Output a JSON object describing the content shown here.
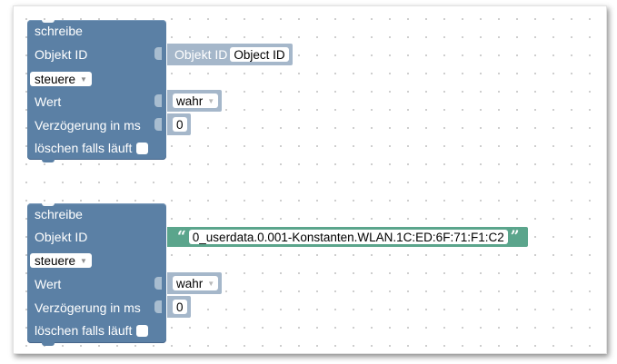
{
  "blocks": [
    {
      "title": "schreibe",
      "object_label": "Objekt ID",
      "mode": "steuere",
      "value_label": "Wert",
      "delay_label": "Verzögerung in ms",
      "clear_label": "löschen falls läuft",
      "object_input": {
        "label": "Objekt ID",
        "value": "Object ID"
      },
      "value_input": "wahr",
      "delay_input": "0"
    },
    {
      "title": "schreibe",
      "object_label": "Objekt ID",
      "mode": "steuere",
      "value_label": "Wert",
      "delay_label": "Verzögerung in ms",
      "clear_label": "löschen falls läuft",
      "text_input": "0_userdata.0.001-Konstanten.WLAN.1C:ED:6F:71:F1:C2",
      "value_input": "wahr",
      "delay_input": "0"
    }
  ],
  "colors": {
    "block": "#5b80a5",
    "value_block": "#a5b7ca",
    "text_block": "#5ba58c"
  }
}
